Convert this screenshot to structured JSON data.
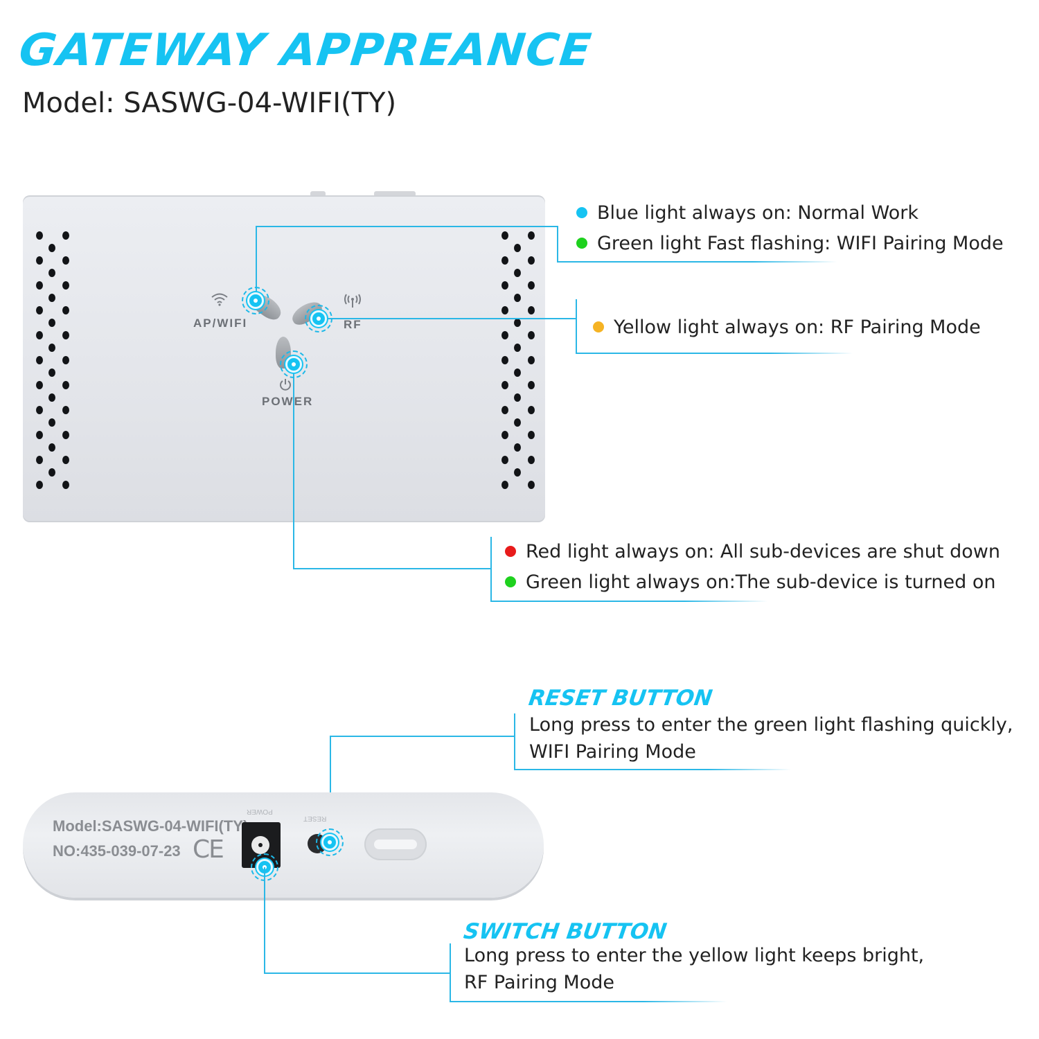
{
  "header": {
    "title": "GATEWAY APPREANCE",
    "model": "Model: SASWG-04-WIFI(TY)"
  },
  "device_top": {
    "labels": {
      "ap_wifi": "AP/WIFI",
      "rf": "RF",
      "power": "POWER"
    },
    "icons": {
      "wifi": "wifi-icon",
      "antenna": "antenna-icon",
      "power": "power-icon"
    }
  },
  "legend_wifi": {
    "items": [
      {
        "color": "#16c3f2",
        "text": "Blue light always on: Normal Work"
      },
      {
        "color": "#1ed11e",
        "text": "Green light Fast flashing: WIFI Pairing Mode"
      }
    ]
  },
  "legend_rf": {
    "items": [
      {
        "color": "#f5b324",
        "text": "Yellow light always on: RF Pairing Mode"
      }
    ]
  },
  "legend_power": {
    "items": [
      {
        "color": "#e81b1b",
        "text": "Red light always on: All sub-devices are shut down"
      },
      {
        "color": "#1ed11e",
        "text": "Green light always on:The sub-device is turned on"
      }
    ]
  },
  "reset": {
    "title": "RESET BUTTON",
    "line1": "Long press to enter the green light flashing quickly,",
    "line2": "WIFI Pairing Mode"
  },
  "switch": {
    "title": "SWITCH BUTTON",
    "line1": "Long press to enter the yellow light keeps bright,",
    "line2": "RF Pairing Mode"
  },
  "device_side": {
    "model": "Model:SASWG-04-WIFI(TY)",
    "number": "NO:435-039-07-23",
    "ce": "CE",
    "power_port_label": "POWER",
    "reset_port_label": "RESET"
  },
  "accent_color": "#16c3f2"
}
